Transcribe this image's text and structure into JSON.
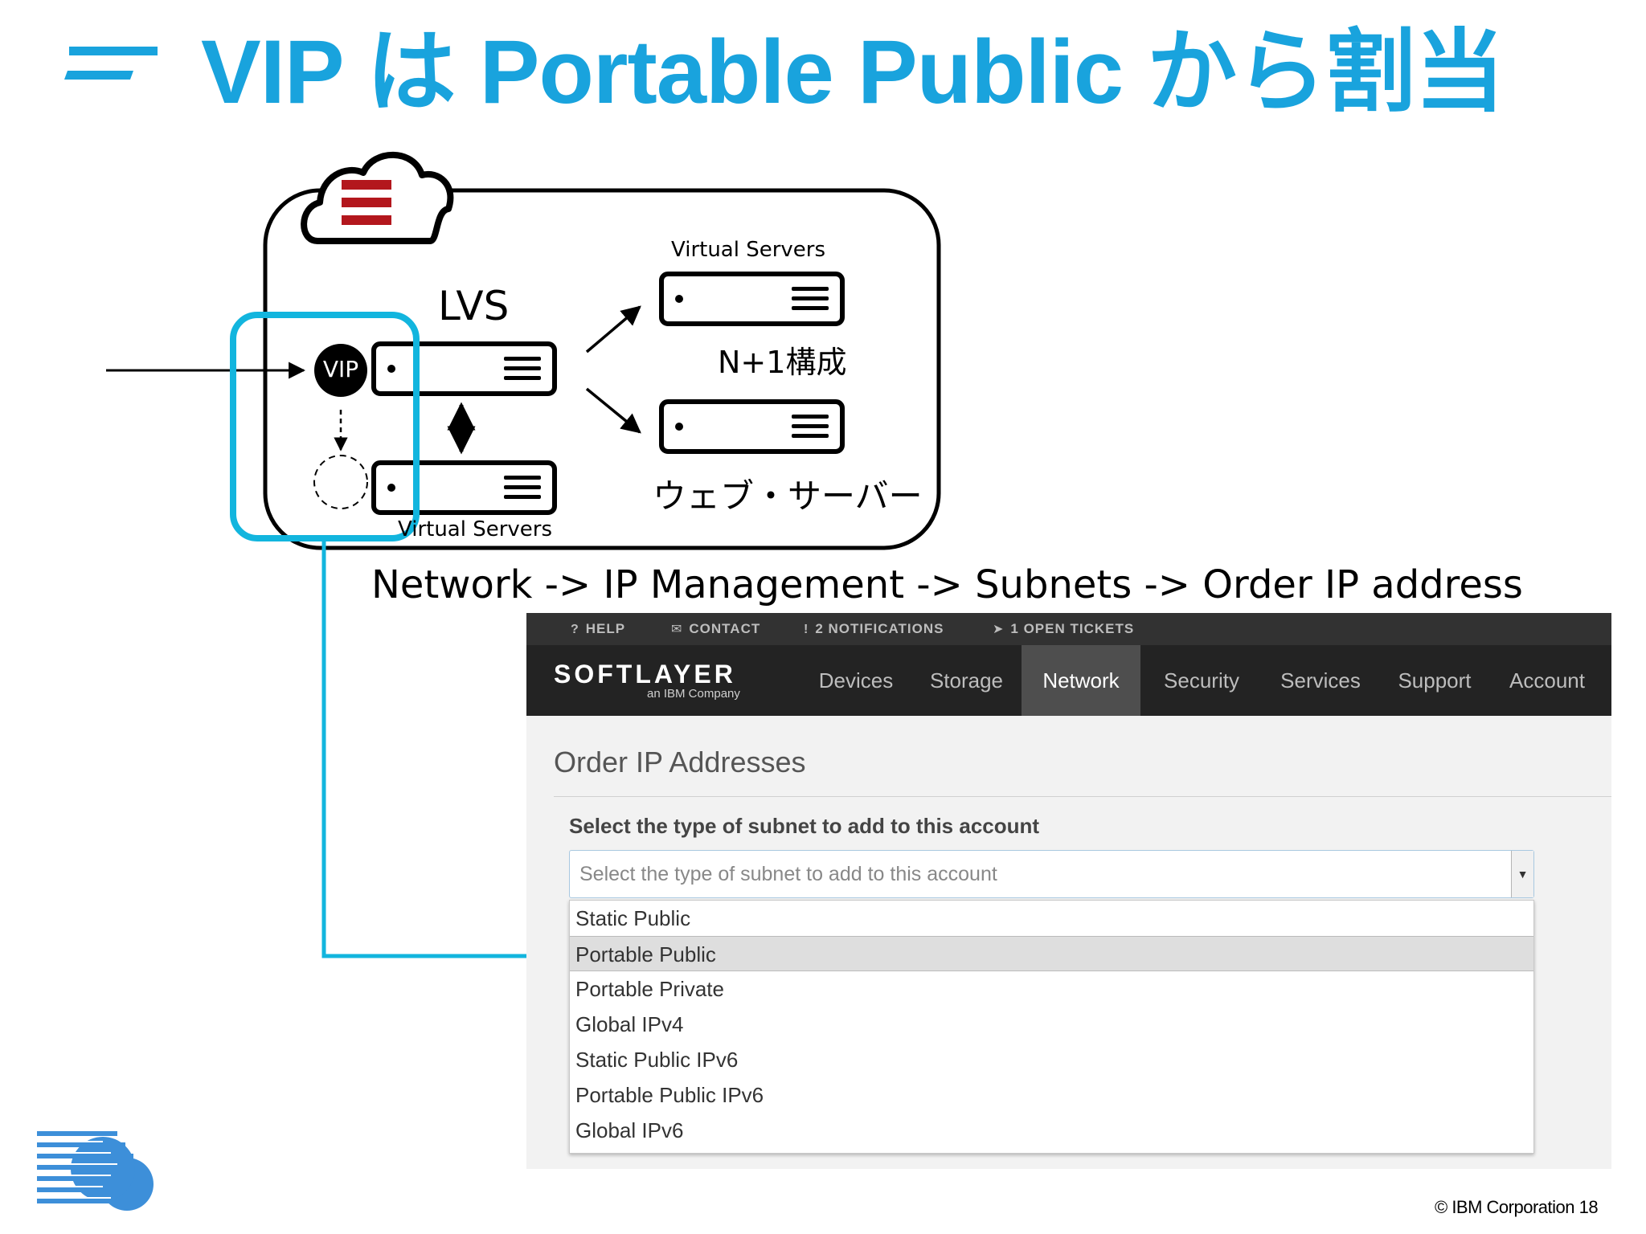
{
  "slide": {
    "title": "VIP は Portable Public から割当",
    "footer": "© IBM Corporation  18"
  },
  "diagram": {
    "vip_label": "VIP",
    "lvs_label": "LVS",
    "virtual_servers_top": "Virtual Servers",
    "virtual_servers_bottom": "Virtual Servers",
    "n_plus_one": "N+1構成",
    "web_servers": "ウェブ・サーバー",
    "nav_path": "Network -> IP Management  -> Subnets -> Order IP address"
  },
  "softlayer": {
    "topbar": [
      {
        "icon": "question-icon",
        "glyph": "?",
        "label": "HELP"
      },
      {
        "icon": "chat-icon",
        "glyph": "✉",
        "label": "CONTACT"
      },
      {
        "icon": "alert-icon",
        "glyph": "!",
        "label": "2 NOTIFICATIONS"
      },
      {
        "icon": "ticket-icon",
        "glyph": "➤",
        "label": "1 OPEN TICKETS"
      }
    ],
    "logo": "SOFTLAYER",
    "logo_sub": "an IBM Company",
    "tabs": [
      "Devices",
      "Storage",
      "Network",
      "Security",
      "Services",
      "Support",
      "Account"
    ],
    "active_tab": "Network",
    "heading": "Order IP Addresses",
    "select_label": "Select the type of subnet to add to this account",
    "select_placeholder": "Select the type of subnet to add to this account",
    "options": [
      "Static Public",
      "Portable Public",
      "Portable Private",
      "Global IPv4",
      "Static Public IPv6",
      "Portable Public IPv6",
      "Global IPv6"
    ],
    "highlighted_option": "Portable Public"
  },
  "colors": {
    "accent": "#19a3dd",
    "highlight_box": "#12b5de",
    "brand_red": "#b3171d",
    "topbar": "#323232",
    "navbar": "#232323",
    "active_tab": "#4e4e4e"
  }
}
